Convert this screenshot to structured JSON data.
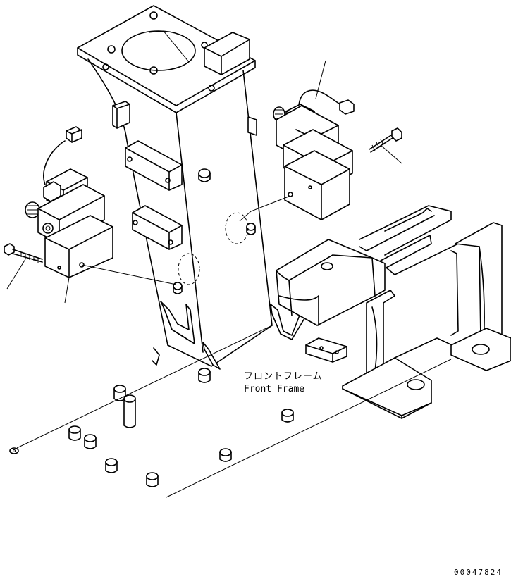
{
  "labels": {
    "part_name_jp": "フロントフレーム",
    "part_name_en": "Front Frame"
  },
  "drawing_code": "00047824"
}
